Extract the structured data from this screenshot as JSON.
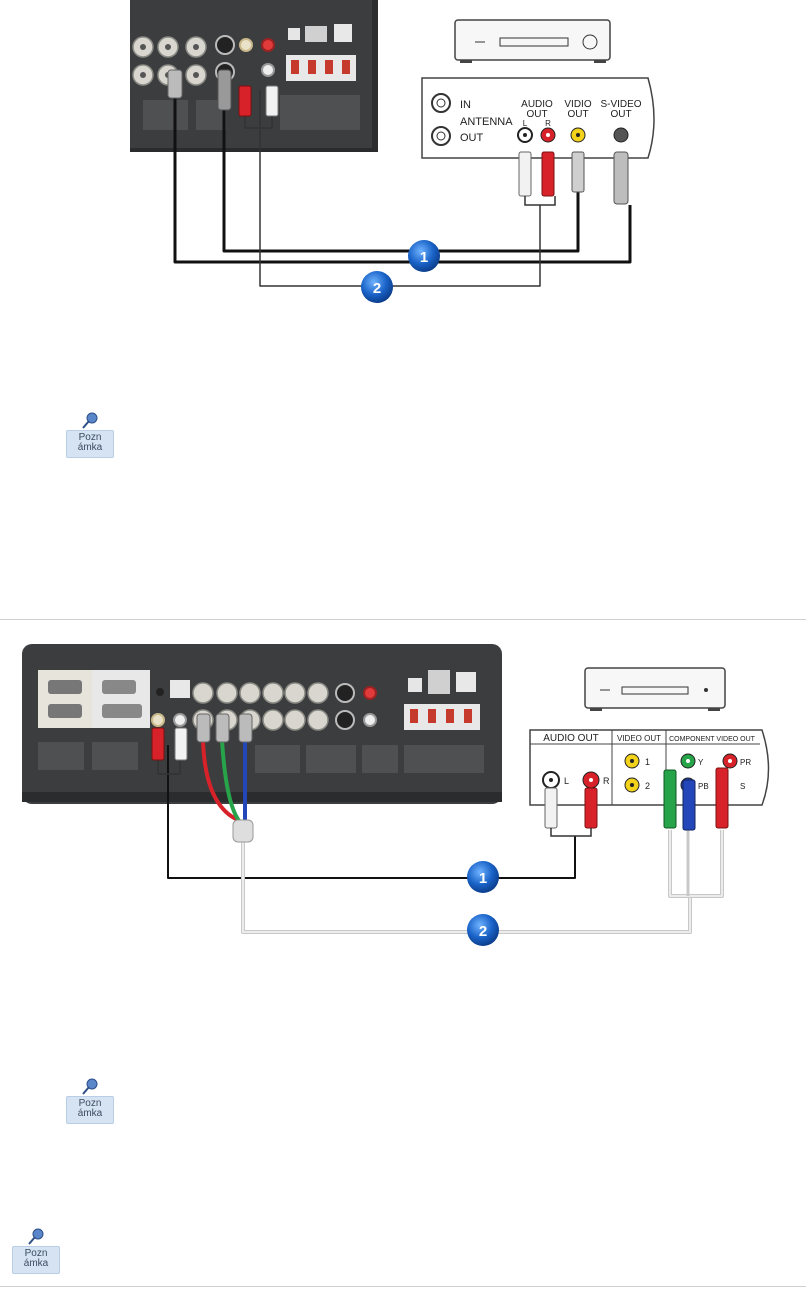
{
  "diagram1": {
    "device_labels": {
      "antenna_in": "IN",
      "antenna": "ANTENNA",
      "antenna_out": "OUT",
      "audio_out_1": "AUDIO",
      "audio_out_2": "OUT",
      "audio_l": "L",
      "audio_r": "R",
      "video_out_1": "VIDIO",
      "video_out_2": "OUT",
      "svideo_out_1": "S-VIDEO",
      "svideo_out_2": "OUT"
    },
    "badges": [
      "1",
      "2"
    ]
  },
  "diagram2": {
    "device_labels": {
      "audio_out": "AUDIO OUT",
      "video_out": "VIDEO OUT",
      "component_video_out": "COMPONENT VIDEO OUT",
      "audio_l": "L",
      "audio_r": "R",
      "video_1": "1",
      "video_2": "2",
      "comp_y": "Y",
      "comp_pr": "PR",
      "comp_pb": "PB",
      "comp_s": "S"
    },
    "badges": [
      "1",
      "2"
    ]
  },
  "note_label": {
    "line1": "Pozn",
    "line2": "ámka"
  },
  "colors": {
    "badge": "#1a63c8",
    "panel": "#3c3d3f",
    "red": "#d8222a",
    "yellow": "#f2d21b",
    "green": "#27a34a",
    "blue": "#2346b8"
  }
}
